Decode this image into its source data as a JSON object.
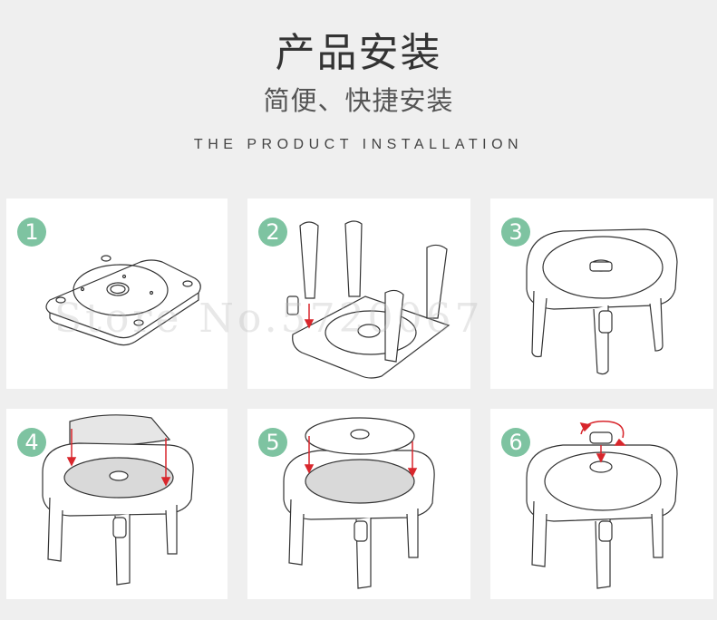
{
  "header": {
    "title": "产品安装",
    "subtitle": "简便、快捷安装",
    "english": "THE PRODUCT INSTALLATION"
  },
  "steps": [
    {
      "number": "1"
    },
    {
      "number": "2"
    },
    {
      "number": "3"
    },
    {
      "number": "4"
    },
    {
      "number": "5"
    },
    {
      "number": "6"
    }
  ],
  "watermark": "Store No.5720067",
  "colors": {
    "accent": "#7ec3a1",
    "arrow": "#d8262c"
  }
}
